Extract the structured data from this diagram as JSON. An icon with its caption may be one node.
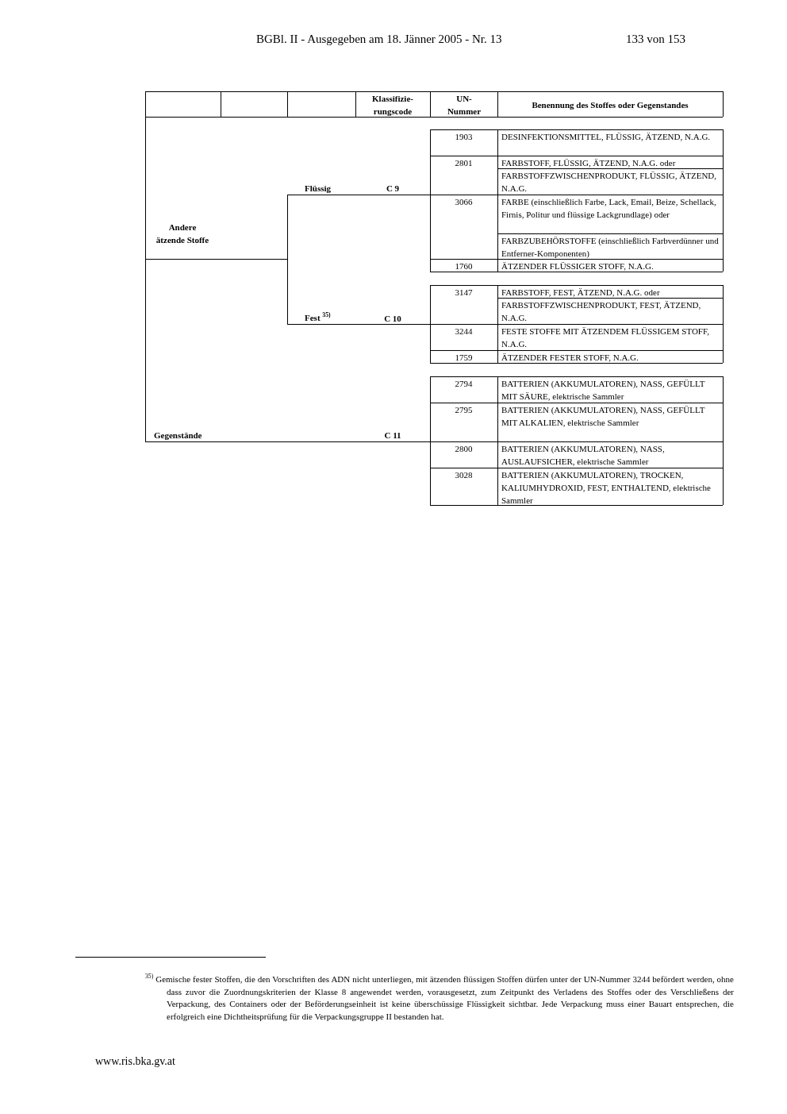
{
  "diagram": {
    "labels": [
      "BGBl. II - Ausgegeben am 18. Jänner 2005 - Nr. 13",
      "133 von 153",
      "Klassifizie-rungscode",
      "UN-Nummer",
      "Benennung des Stoffes oder Gegenstandes",
      "Andere ätzende Stoffe",
      "Flüssig",
      "C 9",
      "1903",
      "DESINFEKTIONSMITTEL, FLÜSSIG, ÄTZEND, N.A.G.",
      "2801",
      "FARBSTOFF, FLÜSSIG, ÄTZEND, N.A.G. oder",
      "FARBSTOFFZWISCHENPRODUKT, FLÜSSIG, ÄTZEND, N.A.G.",
      "3066",
      "FARBE (einschließlich Farbe, Lack, Email, Beize, Schellack, Firnis, Politur und flüssige Lackgrundlage) oder",
      "FARBZUBEHÖRSTOFFE (einschließlich Farbverdünner und Entferner-Komponenten)",
      "1760",
      "ÄTZENDER FLÜSSIGER STOFF, N.A.G.",
      "Fest $^{35)}$",
      "C 10",
      "3147",
      "FARBSTOFF, FEST, ÄTZEND, N.A.G. oder",
      "FARBSTOFFZWISCHENPRODUKT, FEST, ÄTZEND, N.A.G.",
      "3244",
      "FESTE STOFFE MIT ÄTZENDEM FLÜSSIGEM STOFF, N.A.G.",
      "1759",
      "ÄTZENDER FESTER STOFF, N.A.G.",
      "Gegenstände",
      "C 11",
      "2794",
      "BATTERIEN (AKKUMULATOREN), NASS, GEFÜLLT MIT SÄURE, elektrische Sammler",
      "2795",
      "BATTERIEN (AKKUMULATOREN), NASS, GEFÜLLT MIT ALKALIEN, elektrische Sammler",
      "2800",
      "BATTERIEN (AKKUMULATOREN), NASS, AUSLAUFSICHER, elektrische Sammler",
      "3028",
      "BATTERIEN (AKKUMULATOREN), TROCKEN, KALIUMHYDROXID, FEST, ENTHALTEND, elektrische Sammler",
      "$^{35)}$ Gemische fester Stoffen, die den Vorschriften des ADN nicht unterliegen, mit ätzenden flüssigen Stoffen dürfen unter der UN-Nummer 3244 befördert werden, ohne dass zuvor die Zuordnungskriterien der Klasse 8 angewendet werden, vorausgesetzt, zum Zeitpunkt des Verladens des Stoffes oder des Verschließens der Verpackung, des Containers oder der Beförderungseinheit ist keine überschüssige Flüssigkeit sichtbar. Jede Verpackung muss einer Bauart entsprechen, die erfolgreich eine Dichtheitsprüfung für die Verpackungsgruppe II bestanden hat.",
      "www.ris.bka.gv.at"
    ]
  }
}
